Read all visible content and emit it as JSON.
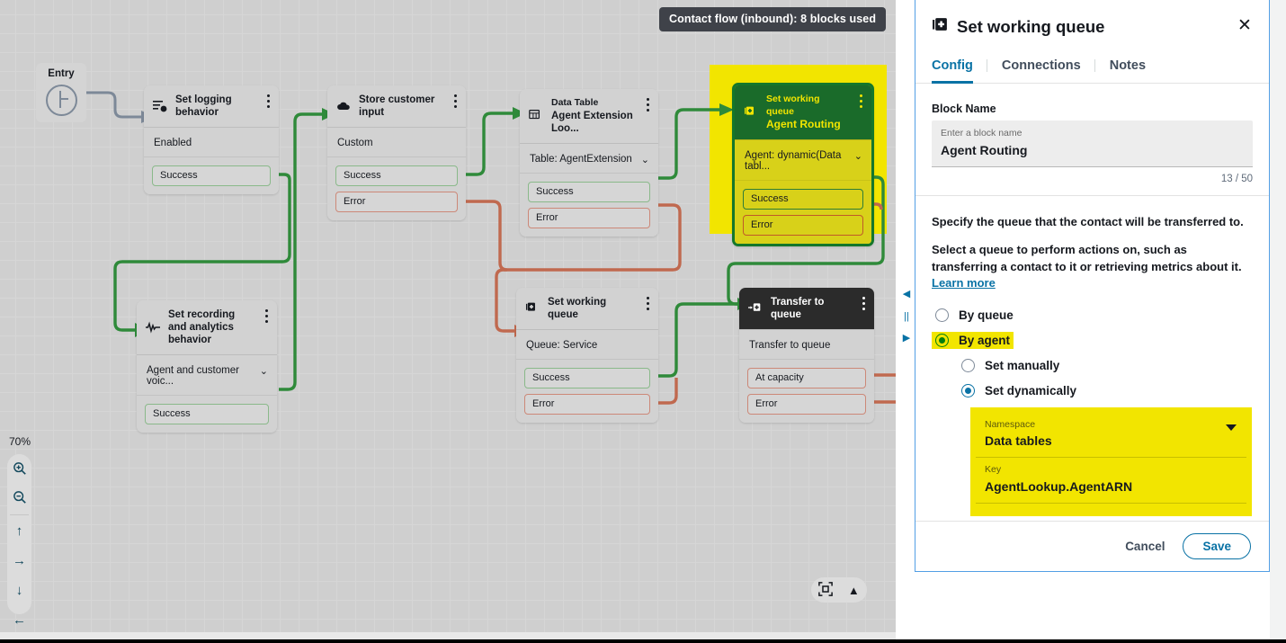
{
  "canvas": {
    "toast": "Contact flow (inbound): 8 blocks used",
    "entry_label": "Entry",
    "zoom_level": "70%",
    "zoom_in_icon": "zoom-in-icon",
    "zoom_out_icon": "zoom-out-icon",
    "pan_up_icon": "↑",
    "pan_right_icon": "→",
    "pan_down_icon": "↓",
    "pan_left_icon": "←",
    "fit_icon": "⛶",
    "collapse_icon": "▲",
    "handle_prev": "◀",
    "handle_grip": "||",
    "handle_next": "▶",
    "blocks": [
      {
        "kicker": "",
        "title": "Set logging behavior",
        "subtitle": "",
        "body": "Enabled",
        "has_chevron": false,
        "ports": [
          "Success"
        ],
        "icon": "logging-icon"
      },
      {
        "kicker": "",
        "title": "Store customer input",
        "subtitle": "",
        "body": "Custom",
        "has_chevron": false,
        "ports": [
          "Success",
          "Error"
        ],
        "icon": "cloud-icon"
      },
      {
        "kicker": "Data Table",
        "title": "Agent Extension Loo...",
        "subtitle": "",
        "body": "Table: AgentExtension",
        "has_chevron": true,
        "ports": [
          "Success",
          "Error"
        ],
        "icon": "table-icon"
      },
      {
        "kicker": "Set working queue",
        "title": "",
        "subtitle": "Agent Routing",
        "body": "Agent: dynamic(Data tabl...",
        "has_chevron": true,
        "ports": [
          "Success",
          "Error"
        ],
        "icon": "set-working-queue-icon"
      },
      {
        "kicker": "",
        "title": "Set recording and analytics behavior",
        "subtitle": "",
        "body": "Agent and customer voic...",
        "has_chevron": true,
        "ports": [
          "Success"
        ],
        "icon": "waveform-icon"
      },
      {
        "kicker": "",
        "title": "Set working queue",
        "subtitle": "",
        "body": "Queue: Service",
        "has_chevron": false,
        "ports": [
          "Success",
          "Error"
        ],
        "icon": "set-working-queue-icon"
      },
      {
        "kicker": "",
        "title": "Transfer to queue",
        "subtitle": "",
        "body": "Transfer to queue",
        "has_chevron": false,
        "ports": [
          "At capacity",
          "Error"
        ],
        "icon": "transfer-to-queue-icon"
      }
    ]
  },
  "panel": {
    "title": "Set working queue",
    "title_icon": "set-working-queue-icon",
    "close_icon": "✕",
    "tabs": [
      {
        "label": "Config",
        "active": true
      },
      {
        "label": "Connections",
        "active": false
      },
      {
        "label": "Notes",
        "active": false
      }
    ],
    "block_name": {
      "label": "Block Name",
      "placeholder": "Enter a block name",
      "value": "Agent Routing",
      "counter": "13 / 50"
    },
    "description_1": "Specify the queue that the contact will be transferred to.",
    "description_2": "Select a queue to perform actions on, such as transferring a contact to it or retrieving metrics about it.",
    "learn_more": "Learn more",
    "options": [
      {
        "label": "By queue",
        "selected": false,
        "highlighted": false,
        "indent": false
      },
      {
        "label": "By agent",
        "selected": true,
        "highlighted": true,
        "indent": false
      },
      {
        "label": "Set manually",
        "selected": false,
        "highlighted": false,
        "indent": true
      },
      {
        "label": "Set dynamically",
        "selected": true,
        "highlighted": false,
        "indent": true
      }
    ],
    "dynamic": {
      "namespace_label": "Namespace",
      "namespace_value": "Data tables",
      "key_label": "Key",
      "key_value": "AgentLookup.AgentARN"
    },
    "cancel_label": "Cancel",
    "save_label": "Save"
  },
  "colors": {
    "highlight": "#f2e500",
    "accent": "#0972a5",
    "success_wire": "#2f8a3a",
    "error_wire": "#c0694f",
    "selected_header": "#1a6b2a"
  }
}
